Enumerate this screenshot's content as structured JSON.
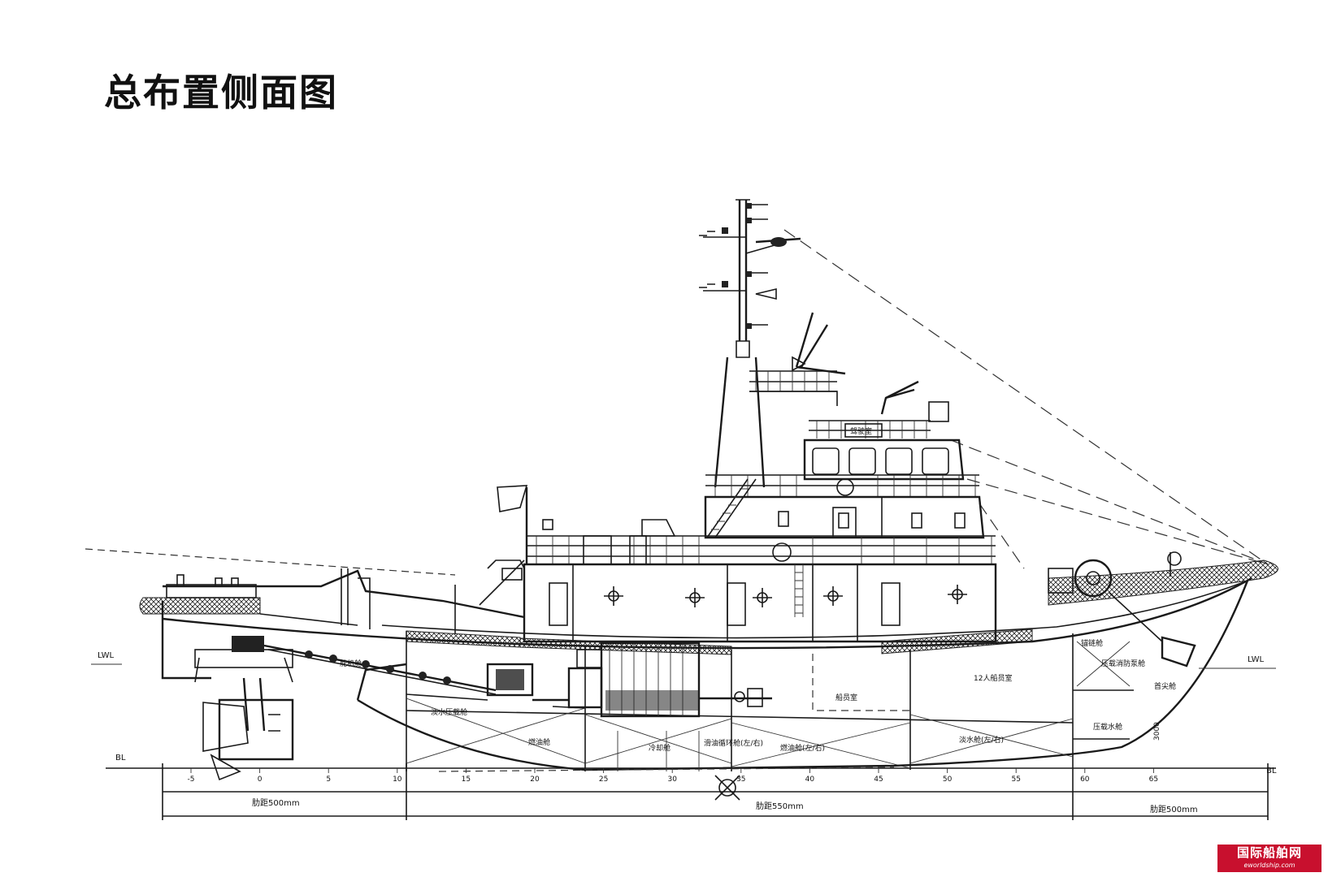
{
  "title": "总布置侧面图",
  "waterline_left": "LWL",
  "waterline_right": "LWL",
  "baseline_left": "BL",
  "baseline_right": "BL",
  "frame_ticks": [
    "-5",
    "0",
    "5",
    "10",
    "15",
    "20",
    "25",
    "30",
    "35",
    "40",
    "45",
    "50",
    "55",
    "60",
    "65"
  ],
  "frame_spacing": {
    "aft": "肋距500mm",
    "mid": "肋距550mm",
    "fwd": "肋距500mm"
  },
  "dimension": "3000",
  "compartments": {
    "steering_gear_room": "舵机舱",
    "fresh_water_aft": "淡水压载舱",
    "fuel_tank": "燃油舱",
    "cofferdam": "冷却舱",
    "lube_oil_tank": "滑油循环舱(左/右)",
    "oil_tank_2": "燃油舱(左/右)",
    "fresh_water_tank": "淡水舱(左/右)",
    "crew_room": "船员室",
    "twelve_crew_room": "12人船员室",
    "chain_locker": "锚链舱",
    "stores": "压载消防泵舱",
    "fore_peak": "首尖舱",
    "ballast_tank": "压载水舱",
    "bridge": "驾驶室"
  },
  "watermark": {
    "name": "国际船舶网",
    "url": "eworldship.com"
  }
}
